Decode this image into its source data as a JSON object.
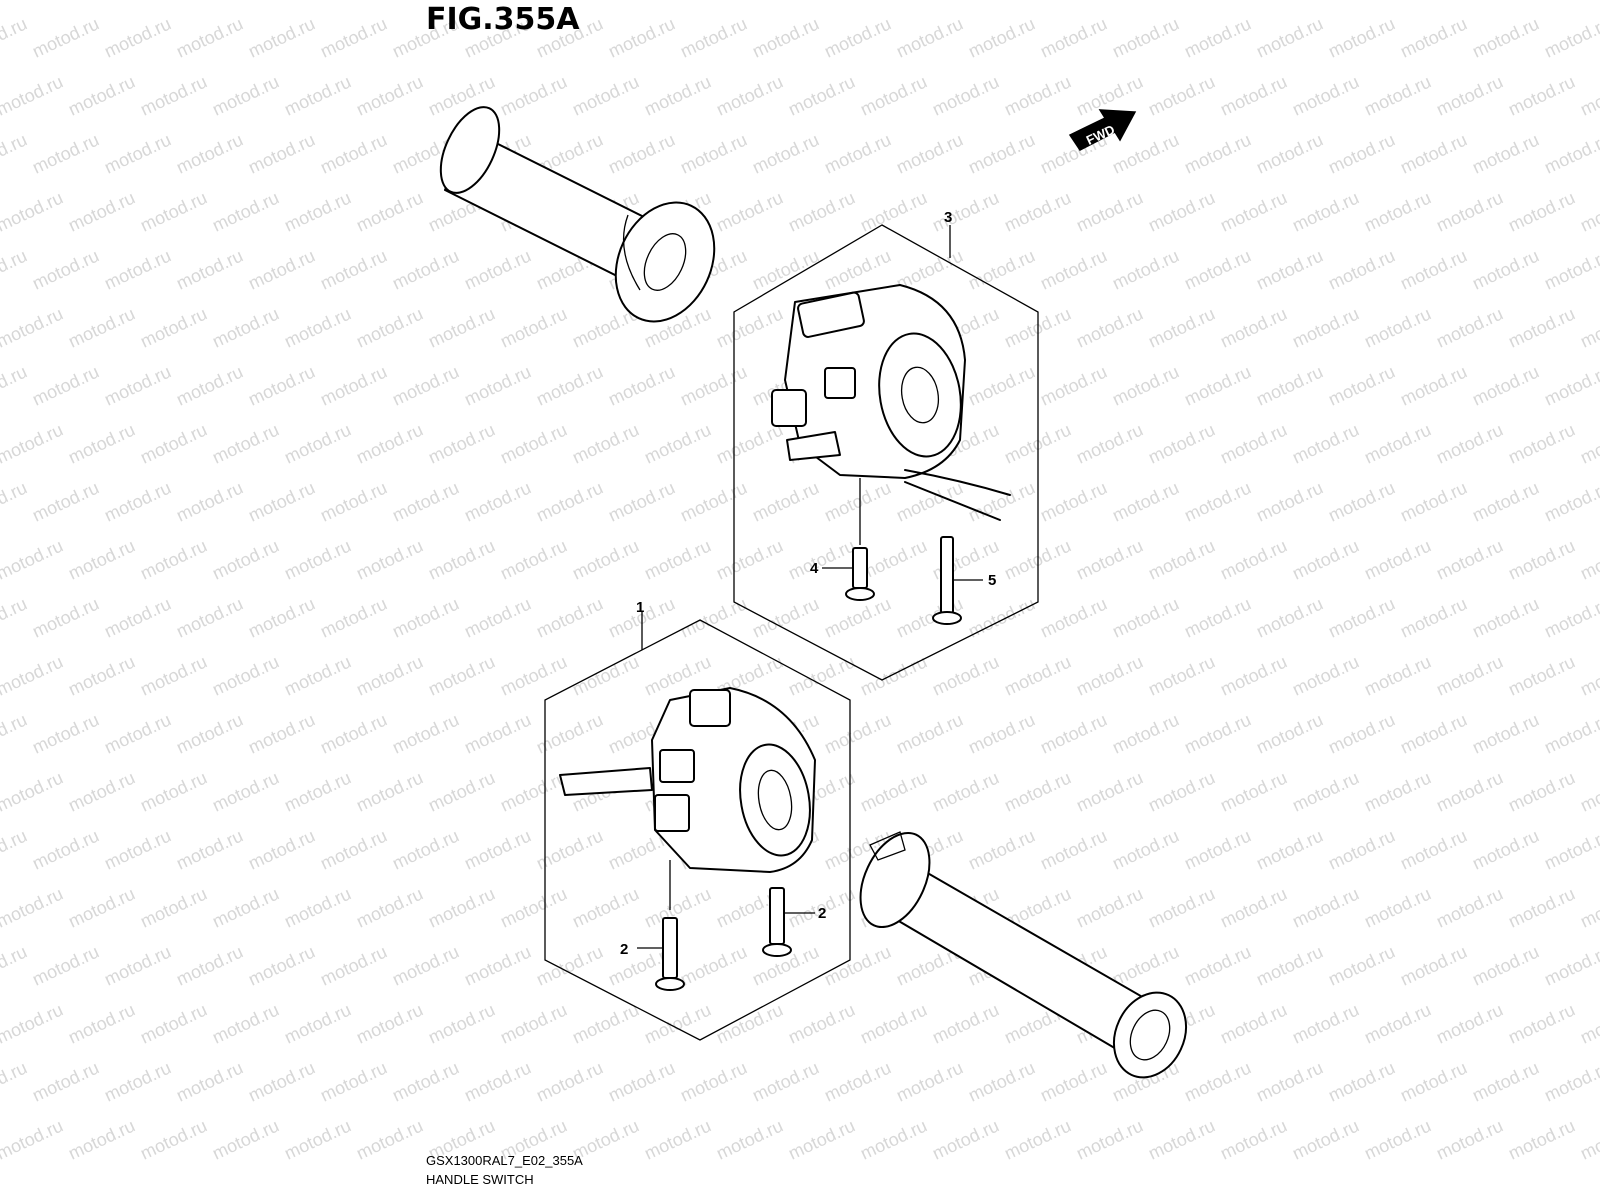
{
  "figure_title": "FIG.355A",
  "watermark_text": "motod.ru",
  "direction_badge": "FWD",
  "callouts": [
    "1",
    "2",
    "2",
    "3",
    "4",
    "5"
  ],
  "footer": {
    "model_code": "GSX1300RAL7_E02_355A",
    "section_name": "HANDLE SWITCH"
  },
  "colors": {
    "line": "#000000",
    "watermark": "#d7d7d7",
    "background": "#ffffff"
  }
}
